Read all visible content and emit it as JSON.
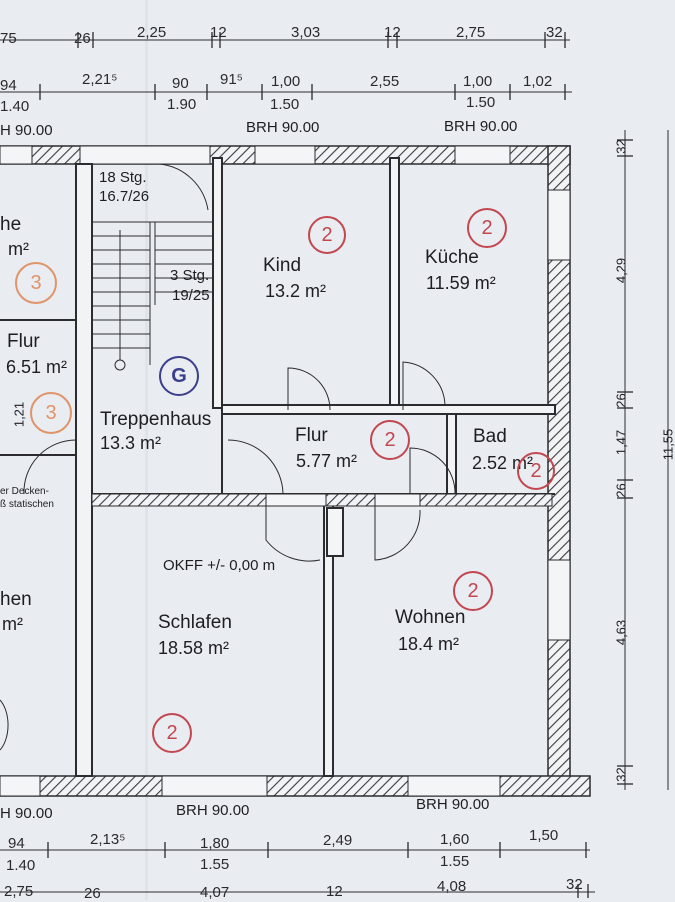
{
  "dimensions": {
    "top_row1": [
      "75",
      "26",
      "2,25",
      "12",
      "3,03",
      "12",
      "2,75",
      "32"
    ],
    "top_row2": [
      "94",
      "2,21⁵",
      "90",
      "91⁵",
      "1,00",
      "2,55",
      "1,00",
      "1,02"
    ],
    "top_row2_sub": [
      "1.40",
      "1.90",
      "1.50",
      "1.50"
    ],
    "bottom_row1": [
      "94",
      "2,13⁵",
      "1,80",
      "2,49",
      "1,60",
      "1,50"
    ],
    "bottom_row1_sub": [
      "1.40",
      "1.55",
      "1.55"
    ],
    "bottom_row2": [
      "2,75",
      "26",
      "4,07",
      "12",
      "4,08",
      "32"
    ],
    "right": [
      "32",
      "4,29",
      "26",
      "1,47",
      "26",
      "4,63",
      "32"
    ],
    "right_total": "11,55",
    "stair_left": "1,21"
  },
  "brh": {
    "top_left": "H 90.00",
    "top_mid": "BRH 90.00",
    "top_right": "BRH 90.00",
    "bottom_left": "H 90.00",
    "bottom_mid": "BRH 90.00",
    "bottom_right": "BRH 90.00"
  },
  "rooms": {
    "kind": {
      "name": "Kind",
      "area": "13.2 m²",
      "badge": "2"
    },
    "kueche": {
      "name": "Küche",
      "area": "11.59 m²",
      "badge": "2"
    },
    "flur": {
      "name": "Flur",
      "area": "5.77 m²",
      "badge": "2"
    },
    "bad": {
      "name": "Bad",
      "area": "2.52 m²",
      "badge": "2"
    },
    "treppenhaus": {
      "name": "Treppenhaus",
      "area": "13.3 m²",
      "badge": "G"
    },
    "schlafen": {
      "name": "Schlafen",
      "area": "18.58 m²",
      "badge": "2"
    },
    "wohnen": {
      "name": "Wohnen",
      "area": "18.4 m²",
      "badge": "2"
    }
  },
  "neighbor": {
    "top_name": "he",
    "top_area": "m²",
    "top_badge": "3",
    "flur_name": "Flur",
    "flur_area": "6.51 m²",
    "mid_badge": "3",
    "bottom_name": "hen",
    "bottom_area": "m²"
  },
  "stairs": {
    "main_label": "18 Stg.",
    "main_ratio": "16.7/26",
    "side_label": "3 Stg.",
    "side_ratio": "19/25"
  },
  "notes": {
    "okff": "OKFF  +/- 0,00 m",
    "decken1": "er Decken-",
    "decken2": "ß statischen"
  },
  "colors": {
    "badge_red": "#c2474f",
    "badge_orange": "#e0946a",
    "badge_blue": "#3b3e8c",
    "paper": "#e9ecf1",
    "lines": "#2b2b30"
  }
}
